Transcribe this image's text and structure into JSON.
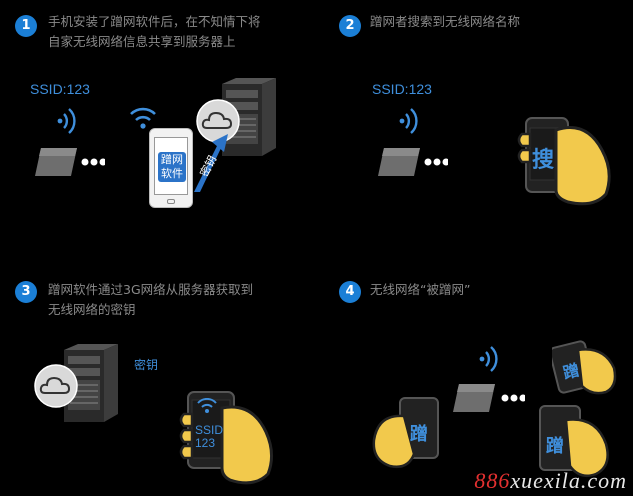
{
  "steps": [
    {
      "num": "1",
      "text_line1": "手机安装了蹭网软件后，在不知情下将",
      "text_line2": "自家无线网络信息共享到服务器上"
    },
    {
      "num": "2",
      "text_line1": "蹭网者搜索到无线网络名称",
      "text_line2": ""
    },
    {
      "num": "3",
      "text_line1": "蹭网软件通过3G网络从服务器获取到",
      "text_line2": "无线网络的密钥"
    },
    {
      "num": "4",
      "text_line1": "无线网络“被蹭网”",
      "text_line2": ""
    }
  ],
  "panel1": {
    "ssid": "SSID:123",
    "phone_line1": "蹭网",
    "phone_line2": "软件",
    "key_label": "密钥"
  },
  "panel2": {
    "ssid": "SSID:123",
    "search_char": "搜"
  },
  "panel3": {
    "key_label": "密钥",
    "phone_line1": "SSID",
    "phone_line2": "123"
  },
  "panel4": {
    "phone_char": "蹭"
  },
  "watermark": {
    "prefix": "886",
    "suffix": "xuexila.com"
  },
  "colors": {
    "accent": "#1b7fd6",
    "text": "#8a8a8a",
    "background": "#000000"
  },
  "icons": [
    "wifi-icon",
    "router-icon",
    "server-icon",
    "cloud-icon",
    "phone-icon",
    "hand-icon"
  ]
}
